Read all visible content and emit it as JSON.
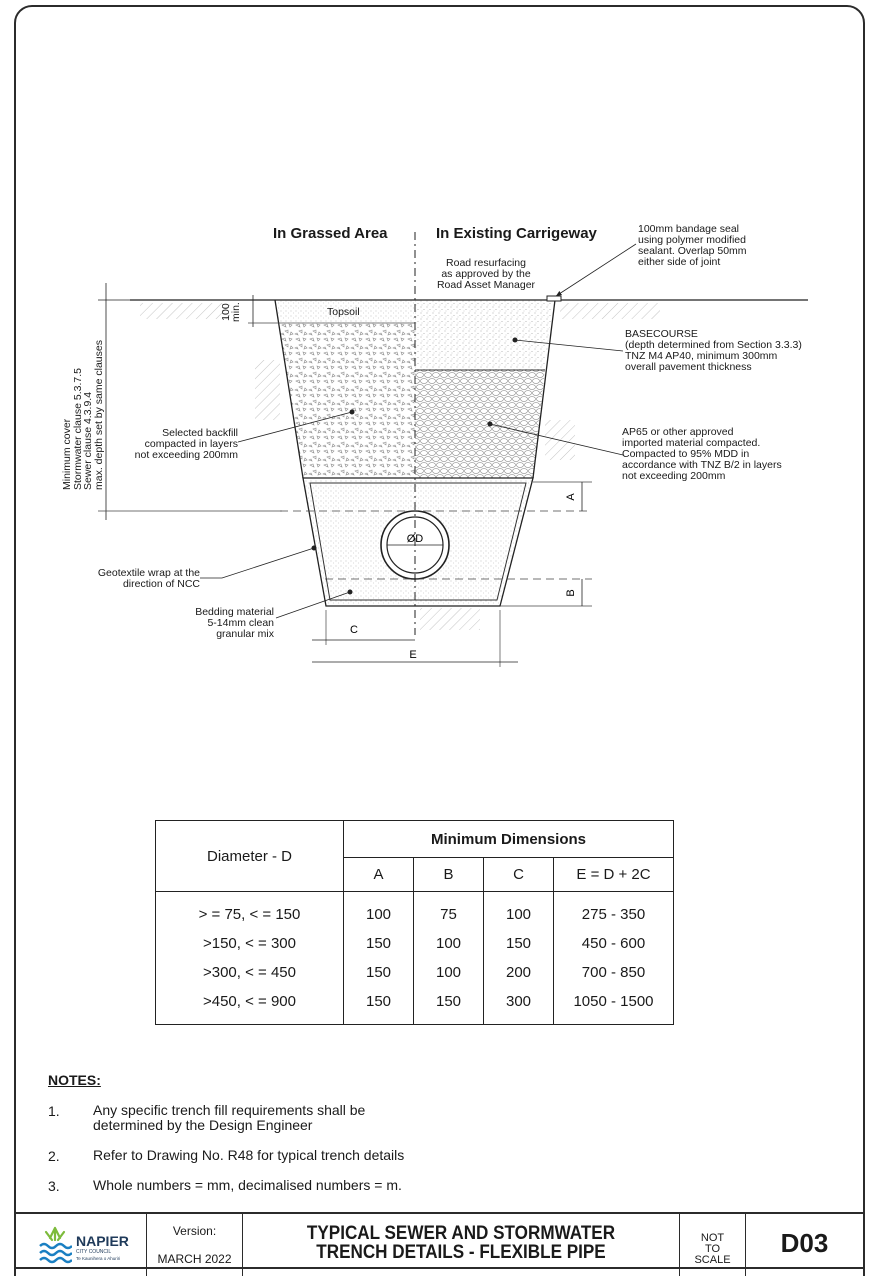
{
  "diagram": {
    "headers": {
      "left": "In Grassed Area",
      "right": "In Existing Carrigeway"
    },
    "labels": {
      "bandage_seal": [
        "100mm bandage seal",
        "using polymer modified",
        "sealant. Overlap 50mm",
        "either side of joint"
      ],
      "road_resurfacing": [
        "Road resurfacing",
        "as approved by the",
        "Road Asset Manager"
      ],
      "topsoil": "Topsoil",
      "topsoil_depth": [
        "100",
        "min."
      ],
      "basecourse": [
        "BASECOURSE",
        "(depth determined from Section 3.3.3)",
        "TNZ M4 AP40, minimum 300mm",
        "overall pavement thickness"
      ],
      "ap65": [
        "AP65 or other approved",
        "imported material compacted.",
        "Compacted to 95% MDD in",
        "accordance with TNZ B/2 in layers",
        "not exceeding 200mm"
      ],
      "backfill": [
        "Selected backfill",
        "compacted in layers",
        "not exceeding 200mm"
      ],
      "min_cover": [
        "Minimum cover",
        "Stormwater clause 5.3.7.5",
        "Sewer clause 4.3.9.4",
        "max. depth set by same clauses"
      ],
      "geotextile": [
        "Geotextile wrap at the",
        "direction of NCC"
      ],
      "bedding": [
        "Bedding material",
        "5-14mm clean",
        "granular mix"
      ],
      "pipe": "ØD",
      "dim_a": "A",
      "dim_b": "B",
      "dim_c": "C",
      "dim_e": "E"
    }
  },
  "table": {
    "diameter_header": "Diameter - D",
    "group_header": "Minimum Dimensions",
    "columns": [
      "A",
      "B",
      "C",
      "E = D + 2C"
    ],
    "rows": [
      [
        "> = 75, < = 150",
        "100",
        "75",
        "100",
        "275 - 350"
      ],
      [
        ">150, < = 300",
        "150",
        "100",
        "150",
        "450 - 600"
      ],
      [
        ">300, < = 450",
        "150",
        "100",
        "200",
        "700 - 850"
      ],
      [
        ">450, < = 900",
        "150",
        "150",
        "300",
        "1050 - 1500"
      ]
    ]
  },
  "notes": {
    "title": "NOTES:",
    "items": [
      {
        "num": "1.",
        "text": "Any specific trench fill requirements shall be determined by the Design Engineer"
      },
      {
        "num": "2.",
        "text": "Refer to Drawing No. R48 for typical trench details"
      },
      {
        "num": "3.",
        "text": "Whole numbers = mm, decimalised numbers = m."
      }
    ]
  },
  "title_block": {
    "logo_name": "NAPIER",
    "logo_sub": "CITY COUNCIL",
    "logo_tag": "Te Kaunihera o Ahuriri",
    "version_label": "Version:",
    "version_value": "MARCH 2022",
    "title_line1": "TYPICAL SEWER AND STORMWATER",
    "title_line2": "TRENCH DETAILS - FLEXIBLE PIPE",
    "scale": [
      "NOT",
      "TO",
      "SCALE"
    ],
    "drawing_no": "D03"
  },
  "colors": {
    "line": "#2b2b2b",
    "accent_green": "#7dbb3c",
    "accent_blue": "#1a7fc2"
  }
}
